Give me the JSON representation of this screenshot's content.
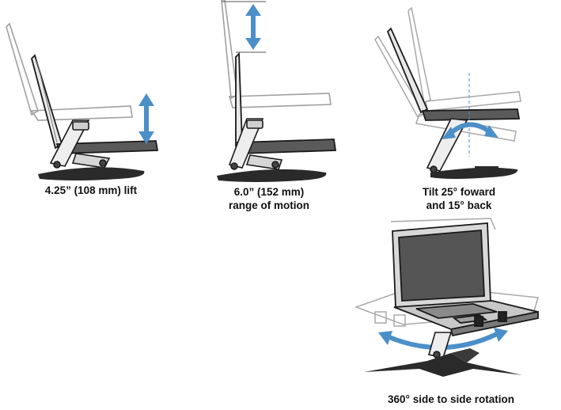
{
  "panels": [
    {
      "caption_lines": [
        "4.25” (108 mm) lift"
      ]
    },
    {
      "caption_lines": [
        "6.0” (152 mm)",
        "range of motion"
      ]
    },
    {
      "caption_lines": [
        "Tilt 25° foward",
        "and 15° back"
      ]
    },
    {
      "caption_lines": [
        "360° side to side rotation"
      ]
    }
  ],
  "colors": {
    "arrow": "#4b8fc9",
    "outline": "#1a1a1a",
    "ghost": "#9a9a9a",
    "base": "#2a2a2a"
  }
}
